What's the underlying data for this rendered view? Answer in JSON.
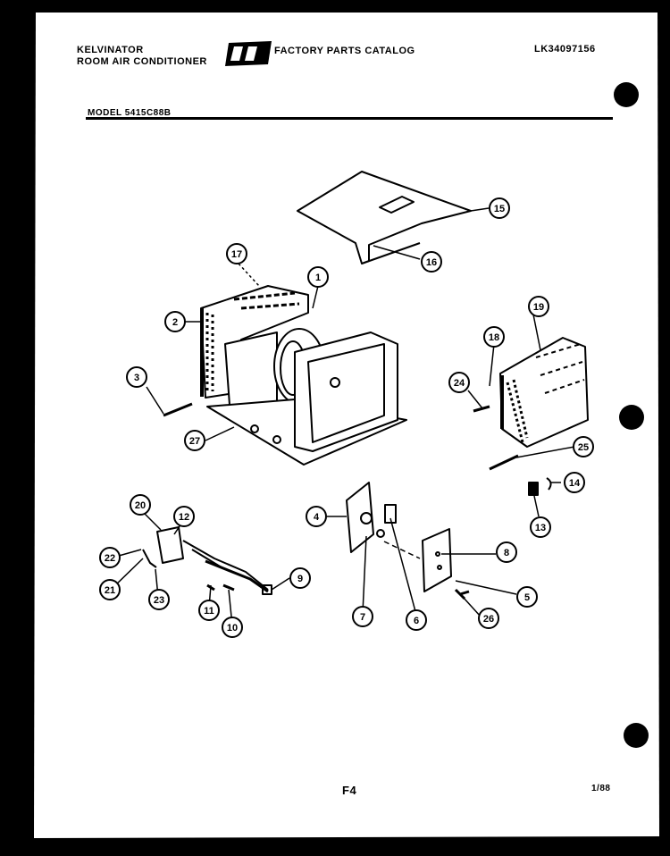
{
  "header": {
    "brand": "KELVINATOR",
    "product": "ROOM AIR CONDITIONER",
    "catalog_title": "FACTORY PARTS CATALOG",
    "catalog_number": "LK34097156",
    "model_label": "MODEL 5415C88B"
  },
  "footer": {
    "page": "F4",
    "date": "1/88"
  },
  "callouts": [
    "1",
    "2",
    "3",
    "4",
    "5",
    "6",
    "7",
    "8",
    "9",
    "10",
    "11",
    "12",
    "13",
    "14",
    "15",
    "16",
    "17",
    "18",
    "19",
    "20",
    "21",
    "22",
    "23",
    "24",
    "25",
    "26",
    "27"
  ],
  "colors": {
    "paper": "#ffffff",
    "ink": "#000000",
    "binder_background": "#000000"
  }
}
